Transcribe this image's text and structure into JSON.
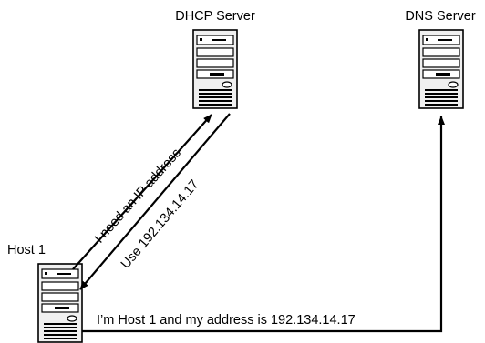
{
  "nodes": {
    "dhcp_server": {
      "label": "DHCP Server",
      "icon": "server-tower-icon"
    },
    "dns_server": {
      "label": "DNS Server",
      "icon": "server-tower-icon"
    },
    "host": {
      "label": "Host 1",
      "icon": "server-tower-icon"
    }
  },
  "messages": {
    "request": "I need an IP address",
    "reply": "Use 192.134.14.17",
    "register": "I’m Host 1 and my address is 192.134.14.17"
  }
}
